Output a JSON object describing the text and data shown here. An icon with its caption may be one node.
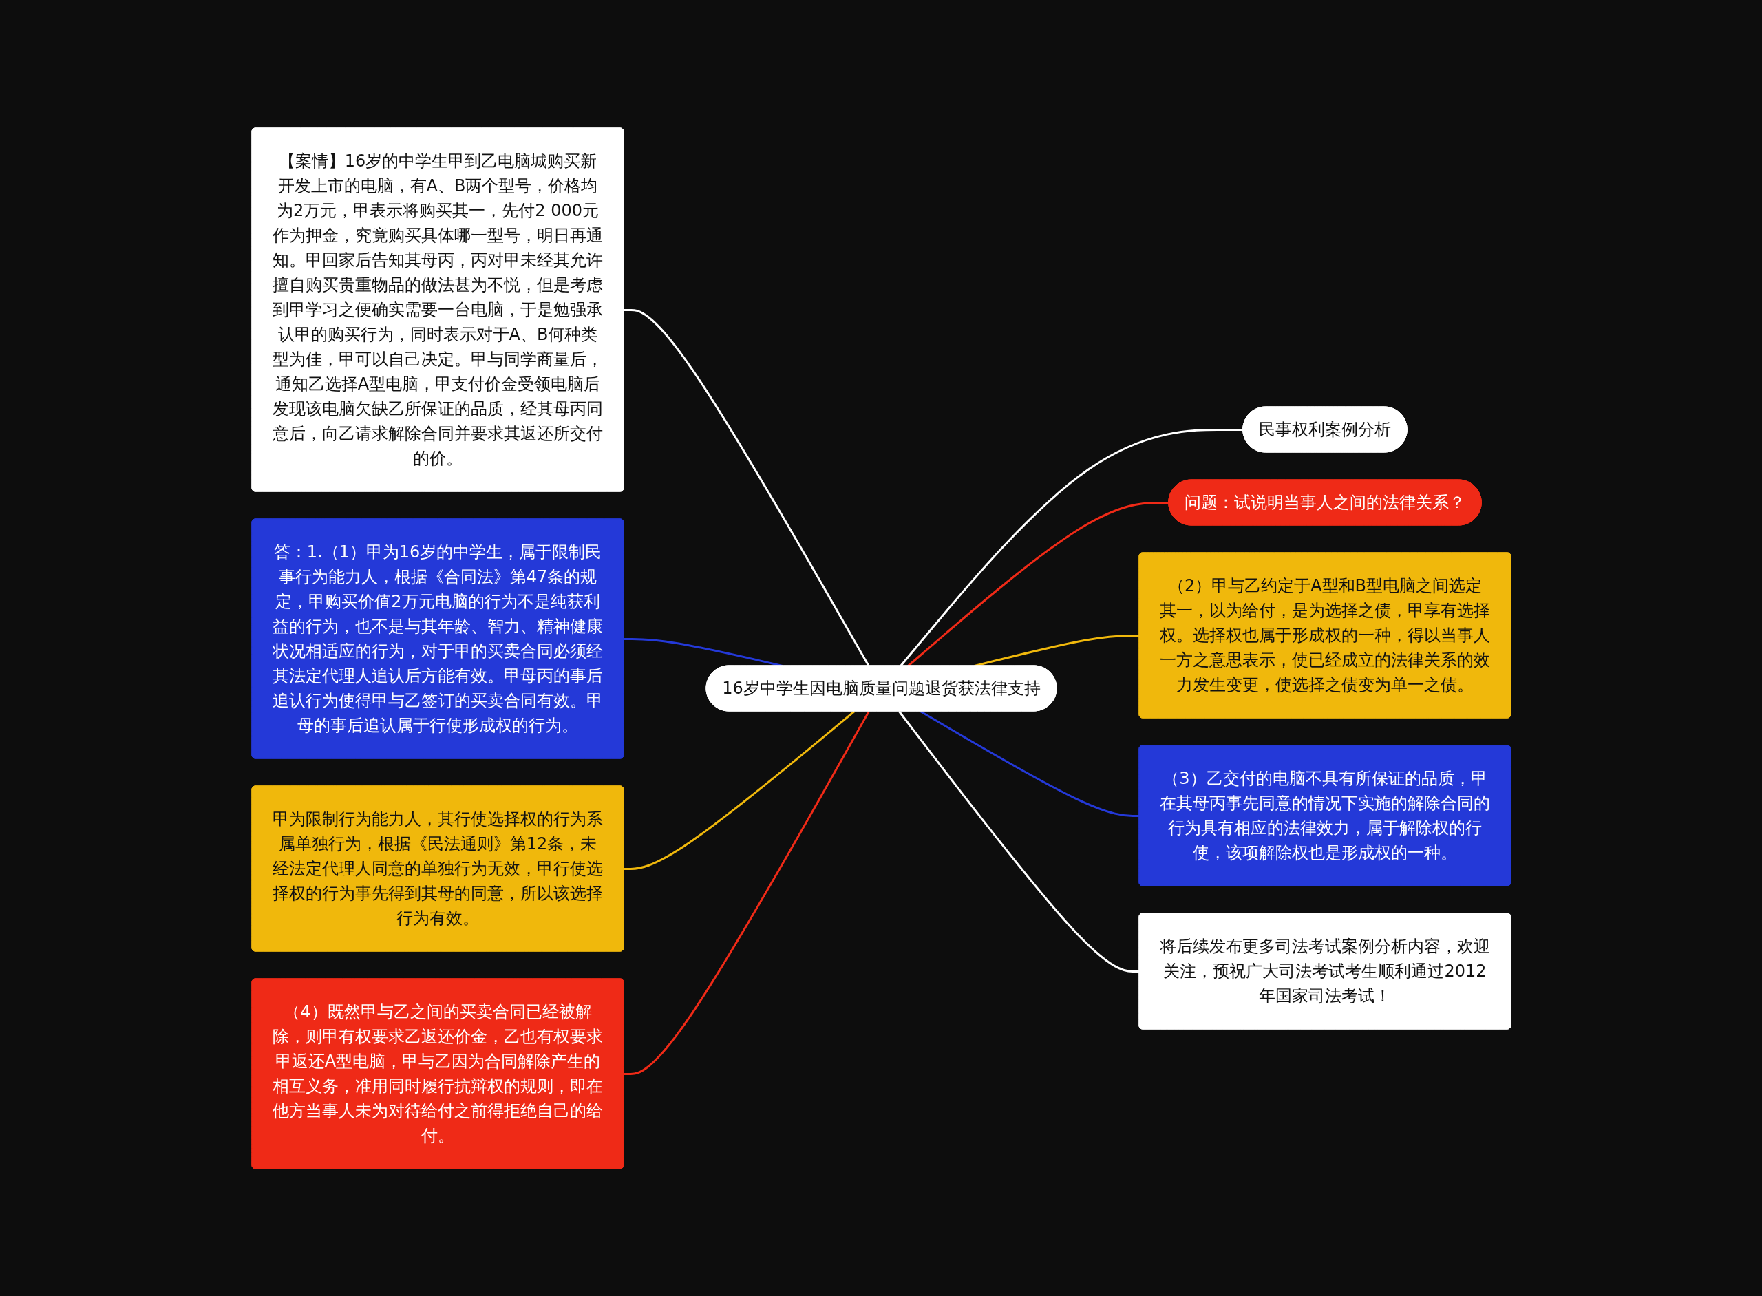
{
  "diagram": {
    "nodes": [
      {
        "text": [
          "16岁中学生因电脑质量问题退货获法律支持"
        ]
      },
      {
        "text": [
          "【案情】16岁的中学生甲到乙电脑城购买新开发上市的电脑，有A、B两个型号，价格均为2万元，甲表示将购买其一，先付2 000元作为押金，究竟购买具体哪一型号，明日再通知。甲回家后告知其母丙，丙对甲未经其允许擅自购买贵重物品的做法甚为不悦，但是考虑到甲学习之便确实需要一台电脑，于是勉强承认甲的购买行为，同时表示对于A、B何种类型为佳，甲可以自己决定。甲与同学商量后，通知乙选择A型电脑，甲支付价金受领电脑后发现该电脑欠缺乙所保证的品质，经其母丙同意后，向乙请求解除合同并要求其返还所交付的价。"
        ]
      },
      {
        "text": [
          "答：1.（1）甲为16岁的中学生，属于限制民事行为能力人，根据《合同法》第47条的规定，甲购买价值2万元电脑的行为不是纯获利益的行为，也不是与其年龄、智力、精神健康状况相适应的行为，对于甲的买卖合同必须经其法定代理人追认后方能有效。甲母丙的事后追认行为使得甲与乙签订的买卖合同有效。甲母的事后追认属于行使形成权的行为。"
        ]
      },
      {
        "text": [
          "甲为限制行为能力人，其行使选择权的行为系属单独行为，根据《民法通则》第12条，未经法定代理人同意的单独行为无效，甲行使选择权的行为事先得到其母的同意，所以该选择行为有效。"
        ]
      },
      {
        "text": [
          "（4）既然甲与乙之间的买卖合同已经被解除，则甲有权要求乙返还价金，乙也有权要求甲返还A型电脑，甲与乙因为合同解除产生的相互义务，准用同时履行抗辩权的规则，即在他方当事人未为对待给付之前得拒绝自己的给付。"
        ]
      },
      {
        "text": [
          "民事权利案例分析"
        ]
      },
      {
        "text": [
          "问题：试说明当事人之间的法律关系？"
        ]
      },
      {
        "text": [
          "（2）甲与乙约定于A型和B型电脑之间选定其一，以为给付，是为选择之债，甲享有选择权。选择权也属于形成权的一种，得以当事人一方之意思表示，使已经成立的法律关系的效力发生变更，使选择之债变为单一之债。"
        ]
      },
      {
        "text": [
          "（3）乙交付的电脑不具有所保证的品质，甲在其母丙事先同意的情况下实施的解除合同的行为具有相应的法律效力，属于解除权的行使，该项解除权也是形成权的一种。"
        ]
      },
      {
        "text": [
          "将后续发布更多司法考试案例分析内容，欢迎关注，预祝广大司法考试考生顺利通过2012年国家司法考试！"
        ]
      }
    ],
    "edges": [
      {
        "from": 1,
        "to": 0,
        "arrow": "none"
      },
      {
        "from": 2,
        "to": 0,
        "arrow": "none",
        "color": "#2439d8"
      },
      {
        "from": 3,
        "to": 0,
        "arrow": "none",
        "color": "#f0b80c"
      },
      {
        "from": 4,
        "to": 0,
        "arrow": "none",
        "color": "#ef2a17"
      },
      {
        "from": 0,
        "to": 5,
        "arrow": "none"
      },
      {
        "from": 0,
        "to": 6,
        "arrow": "none",
        "color": "#ef2a17"
      },
      {
        "from": 0,
        "to": 7,
        "arrow": "none",
        "color": "#f0b80c"
      },
      {
        "from": 0,
        "to": 8,
        "arrow": "none",
        "color": "#2439d8"
      },
      {
        "from": 0,
        "to": 9,
        "arrow": "none"
      }
    ]
  }
}
